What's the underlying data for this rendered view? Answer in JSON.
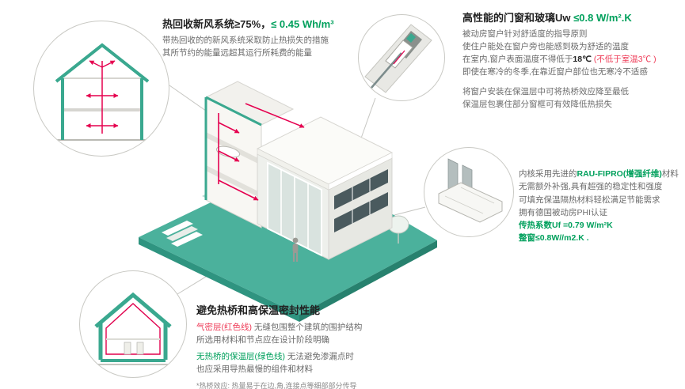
{
  "colors": {
    "accent_green_text": "#00a05c",
    "teal_graphic": "#46b09b",
    "red_text": "#ee3a56",
    "duct_red": "#e5004f",
    "body_gray": "#6b6b6b",
    "title_dark": "#222222"
  },
  "sections": {
    "ventilation": {
      "title_black": "热回收新风系统≥75%，",
      "title_green": "≤ 0.45 Wh/m³",
      "body": [
        "带热回收的的新风系统采取防止热损失的措施",
        "其所节约的能量远超其运行所耗费的能量"
      ]
    },
    "windows": {
      "title_black": "高性能的门窗和玻璃Uw ",
      "title_green": "≤0.8 W/m².K",
      "line1": "被动房窗户针对舒适度的指导原则",
      "line2": "使住户能处在窗户旁也能感到极为舒适的温度",
      "line3_pre": "在室内,窗户表面温度不得低于",
      "line3_temp": "18℃ ",
      "line3_red": "(不低于室温3℃ )",
      "line4": "即使在寒冷的冬季,在靠近窗户部位也无寒冷不适感",
      "line5": "将窗户安装在保温层中可将热桥效应降至最低",
      "line6": "保温层包裹住部分窗框可有效降低热损失"
    },
    "profile": {
      "line1_pre": "内核采用先进的",
      "line1_green": "RAU-FIPRO(增强纤维)",
      "line1_post": "材料",
      "line2": "无需额外补强,具有超强的稳定性和强度",
      "line3": "可填充保温隔热材料轻松满足节能需求",
      "line4": "拥有德国被动房PHI认证",
      "line5": "传热系数Uf =0.79 W/m²K",
      "line6": "整窗≤0.8W//m2.K ."
    },
    "thermal": {
      "title": "避免热桥和高保温密封性能",
      "red_label": "气密层(红色线)",
      "line1_rest": " 无缝包围整个建筑的围护结构",
      "line2": "所选用材料和节点应在设计阶段明确",
      "green_label": "无热桥的保温层(绿色线)",
      "line3_rest": " 无法避免渗漏点时",
      "line4": "也应采用导热最慢的组件和材料",
      "footnote": "*热桥效应: 热量易于在边,角,连接点等细部部分传导"
    }
  }
}
